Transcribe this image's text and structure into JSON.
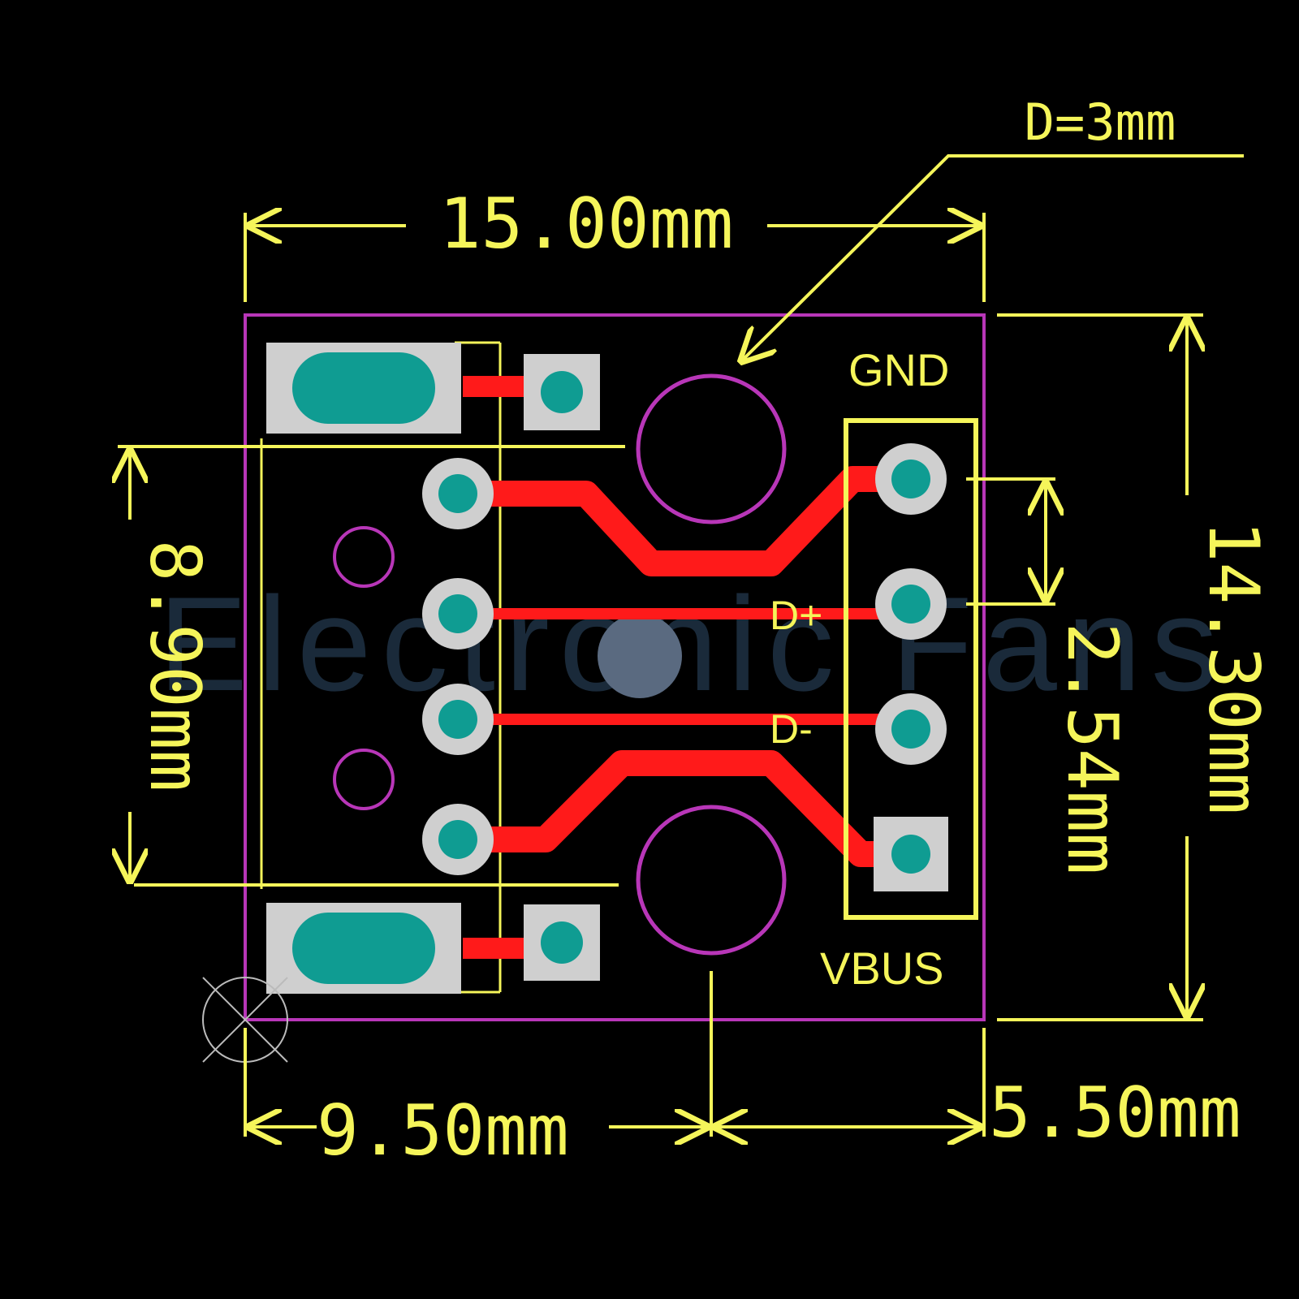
{
  "colors": {
    "background": "#000000",
    "dimension": "#f5f55a",
    "outline": "#b836b8",
    "trace": "#ff1a1a",
    "pad": "#cfcfcf",
    "drill": "#0f9c92"
  },
  "dimensions": {
    "width": "15.00mm",
    "height": "14.30mm",
    "pin_spacing": "8.90mm",
    "pitch": "2.54mm",
    "hole_offset_left": "9.50mm",
    "hole_offset_right": "5.50mm",
    "hole_diameter": "D=3mm"
  },
  "pins": {
    "gnd": "GND",
    "dplus": "D+",
    "dminus": "D-",
    "vbus": "VBUS"
  },
  "watermark": "Electronic Fans"
}
